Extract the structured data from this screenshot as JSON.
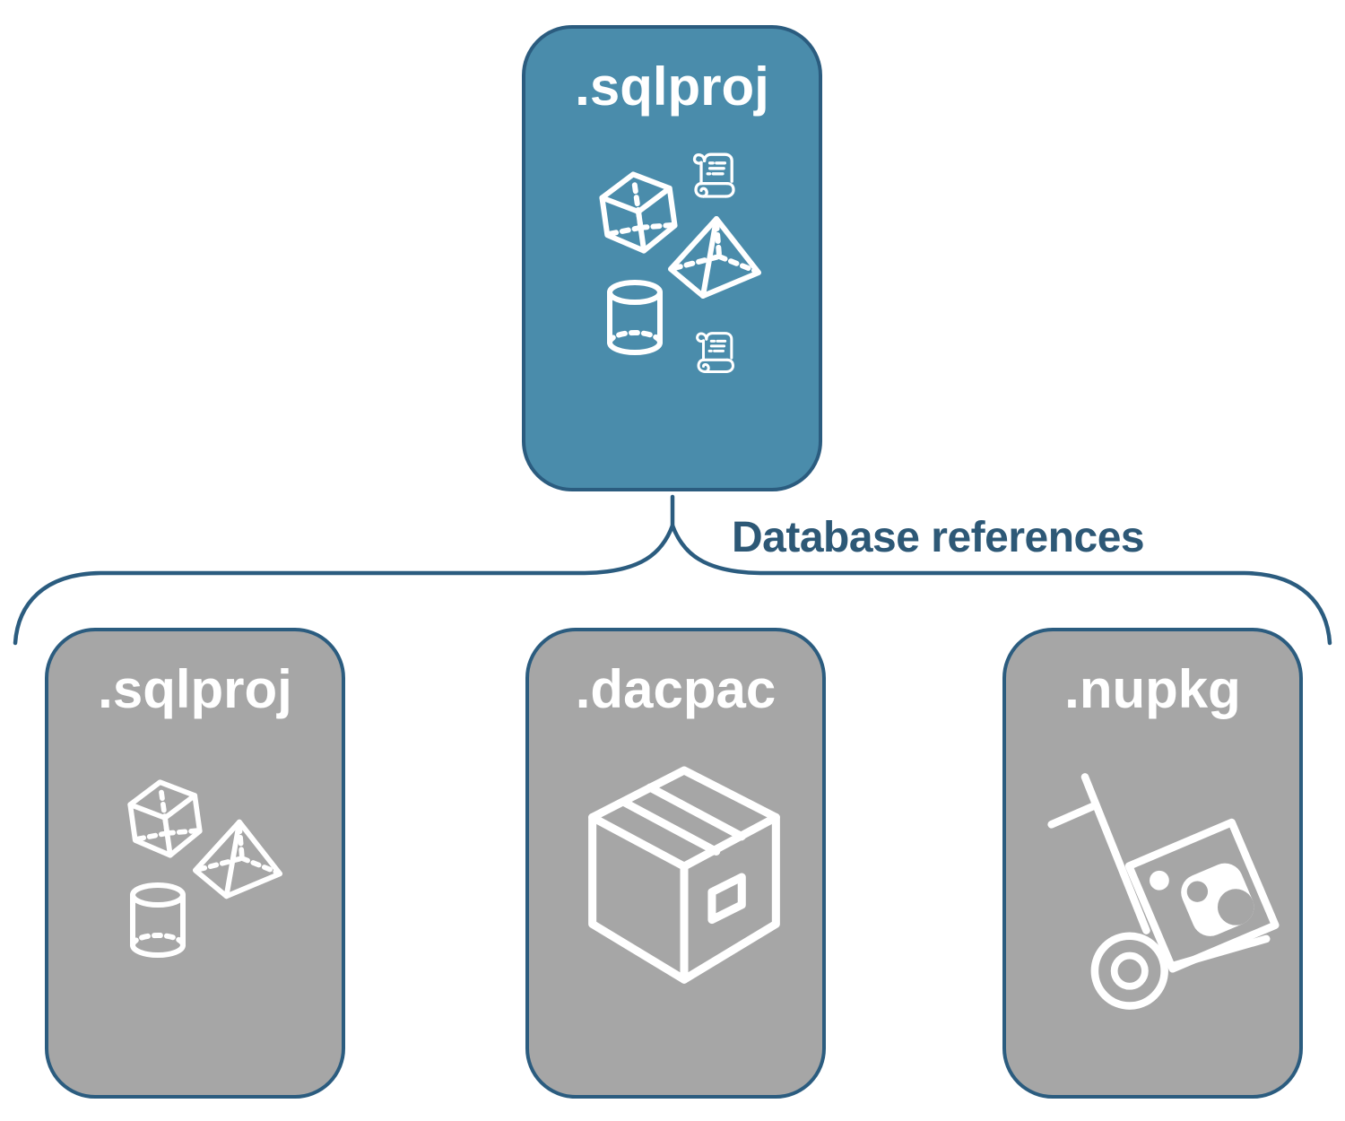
{
  "connector": {
    "label": "Database references",
    "style": "upward-curly-brace"
  },
  "cards": {
    "top": {
      "label": ".sqlproj",
      "icons": [
        "scroll-icon",
        "cube-icon",
        "pyramid-icon",
        "cylinder-icon",
        "scroll-icon"
      ]
    },
    "bottom": [
      {
        "label": ".sqlproj",
        "icons": [
          "cube-icon",
          "pyramid-icon",
          "cylinder-icon"
        ]
      },
      {
        "label": ".dacpac",
        "icons": [
          "package-box-icon"
        ]
      },
      {
        "label": ".nupkg",
        "icons": [
          "nuget-hand-truck-icon"
        ]
      }
    ]
  },
  "colors": {
    "accent_teal": "#4a8cab",
    "card_gray": "#a6a6a6",
    "outline_blue": "#2b5c7f",
    "connector_text_blue": "#2d5876",
    "icon_and_label_white": "#ffffff",
    "background": "#ffffff"
  }
}
